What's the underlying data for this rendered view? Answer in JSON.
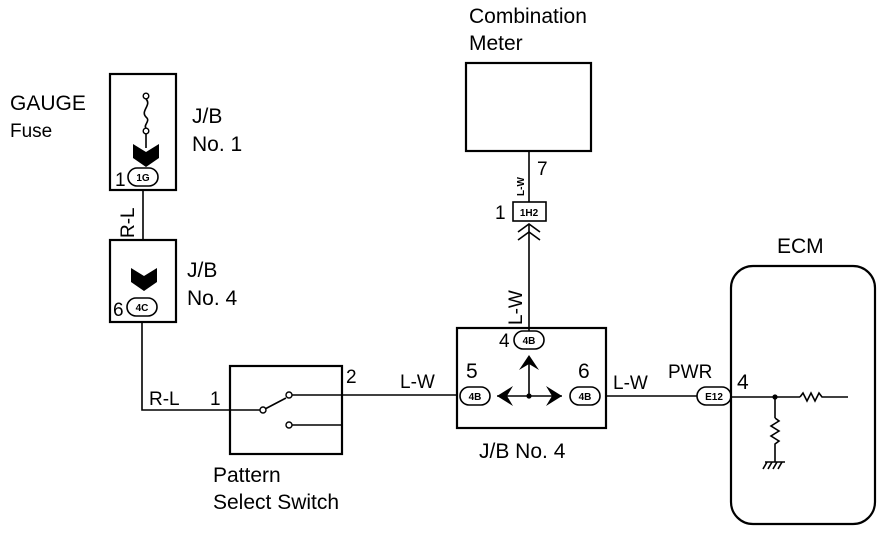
{
  "colors": {
    "line": "#000000",
    "background": "#ffffff"
  },
  "labels": {
    "gauge_fuse_line1": "GAUGE",
    "gauge_fuse_line2": "Fuse",
    "jb1_line1": "J/B",
    "jb1_line2": "No. 1",
    "jb4_top_line1": "J/B",
    "jb4_top_line2": "No. 4",
    "combination_meter_line1": "Combination",
    "combination_meter_line2": "Meter",
    "ecm": "ECM",
    "pattern_switch_line1": "Pattern",
    "pattern_switch_line2": "Select Switch",
    "jb4_bottom": "J/B No. 4",
    "pwr": "PWR"
  },
  "wires": {
    "rl_vertical": "R-L",
    "rl_horizontal": "R-L",
    "lw_meter": "L-W",
    "lw_vertical": "L-W",
    "lw_switch": "L-W",
    "lw_ecm": "L-W"
  },
  "connectors": {
    "c1g": {
      "pin": "1",
      "code": "1G"
    },
    "c4c": {
      "pin": "6",
      "code": "4C"
    },
    "c1h2": {
      "pin": "1",
      "code": "1H2"
    },
    "c4b_top": {
      "pin": "4",
      "code": "4B"
    },
    "c4b_left": {
      "pin": "5",
      "code": "4B"
    },
    "c4b_right": {
      "pin": "6",
      "code": "4B"
    },
    "e12": {
      "pin": "4",
      "code": "E12"
    }
  },
  "pins": {
    "meter_pin": "7",
    "switch_pin1": "1",
    "switch_pin2": "2"
  }
}
